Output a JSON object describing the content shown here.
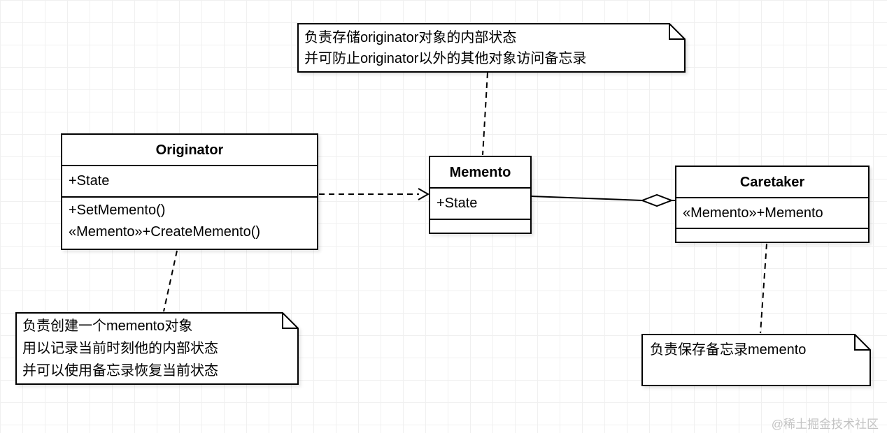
{
  "diagram": {
    "classes": {
      "originator": {
        "name": "Originator",
        "attributes": [
          "+State"
        ],
        "methods": [
          "+SetMemento()",
          "«Memento»+CreateMemento()"
        ]
      },
      "memento": {
        "name": "Memento",
        "attributes": [
          "+State"
        ],
        "methods": []
      },
      "caretaker": {
        "name": "Caretaker",
        "attributes": [
          "«Memento»+Memento"
        ],
        "methods": []
      }
    },
    "notes": {
      "memento_note": {
        "lines": [
          "负责存储originator对象的内部状态",
          "并可防止originator以外的其他对象访问备忘录"
        ]
      },
      "originator_note": {
        "lines": [
          "负责创建一个memento对象",
          "用以记录当前时刻他的内部状态",
          "并可以使用备忘录恢复当前状态"
        ]
      },
      "caretaker_note": {
        "lines": [
          "负责保存备忘录memento"
        ]
      }
    },
    "watermark": "@稀土掘金技术社区"
  }
}
